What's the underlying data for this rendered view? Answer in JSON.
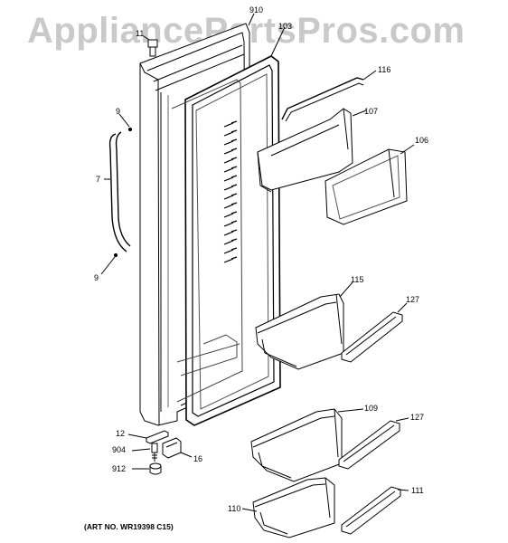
{
  "watermark": "AppliancePartsPros.com",
  "art_number": "(ART NO. WR19398 C15)",
  "callouts": {
    "c910": "910",
    "c103": "103",
    "c11": "11",
    "c116": "116",
    "c9a": "9",
    "c107": "107",
    "c106": "106",
    "c7": "7",
    "c9b": "9",
    "c115": "115",
    "c127a": "127",
    "c109": "109",
    "c127b": "127",
    "c12": "12",
    "c904": "904",
    "c16": "16",
    "c912": "912",
    "c110": "110",
    "c111": "111"
  }
}
